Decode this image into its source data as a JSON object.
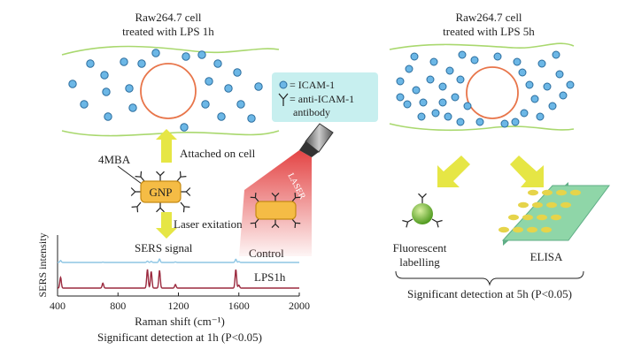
{
  "left_panel": {
    "title_line1": "Raw264.7 cell",
    "title_line2": "treated with LPS 1h",
    "attached_label": "Attached on cell",
    "reporter_label": "4MBA",
    "gnp_label": "GNP",
    "laser_exitation_label": "Laser exitation",
    "sers_signal_label": "SERS signal"
  },
  "right_panel": {
    "title_line1": "Raw264.7 cell",
    "title_line2": "treated with LPS 5h",
    "fluorescent_line1": "Fluorescent",
    "fluorescent_line2": "labelling",
    "elisa_label": "ELISA",
    "conclusion": "Significant detection at 5h (P<0.05)"
  },
  "legend": {
    "icam_label": "= ICAM-1",
    "antibody_line1": "= anti-ICAM-1",
    "antibody_line2": "antibody"
  },
  "laser": {
    "label": "LASER"
  },
  "colors": {
    "cell_outline": "#a9d86e",
    "nucleus": "#e8754a",
    "icam_fill": "#6cb7e6",
    "icam_stroke": "#2b6d9e",
    "gnp_fill": "#f5bc45",
    "gnp_stroke": "#c58a14",
    "arrow_yellow": "#e6e645",
    "control_trace": "#8ec6e4",
    "lps_trace": "#9b2a3f",
    "legend_bg": "#c7efef",
    "beam": "#e23a3a",
    "fluor_sphere": "#5fae2b",
    "plate_top": "#8fd6a8",
    "plate_well": "#e6d44a"
  },
  "chart_data": {
    "type": "line",
    "ylabel": "SERS intensity",
    "xlabel": "Raman shift (cm⁻¹)",
    "xlim": [
      400,
      2000
    ],
    "xticks": [
      "400",
      "800",
      "1200",
      "1600",
      "2000"
    ],
    "caption": "Significant detection at 1h (P<0.05)",
    "series": [
      {
        "name": "Control",
        "x": [
          400,
          420,
          700,
          995,
          1020,
          1075,
          1180,
          1580,
          1600,
          2000
        ],
        "y": [
          0.0,
          0.18,
          0.03,
          0.12,
          0.1,
          0.32,
          0.05,
          0.3,
          0.08,
          0.0
        ]
      },
      {
        "name": "LPS1h",
        "x": [
          400,
          420,
          700,
          995,
          1020,
          1075,
          1180,
          1580,
          1600,
          2000
        ],
        "y": [
          0.0,
          0.55,
          0.25,
          0.95,
          0.85,
          0.9,
          0.18,
          0.95,
          0.15,
          0.0
        ]
      }
    ]
  }
}
